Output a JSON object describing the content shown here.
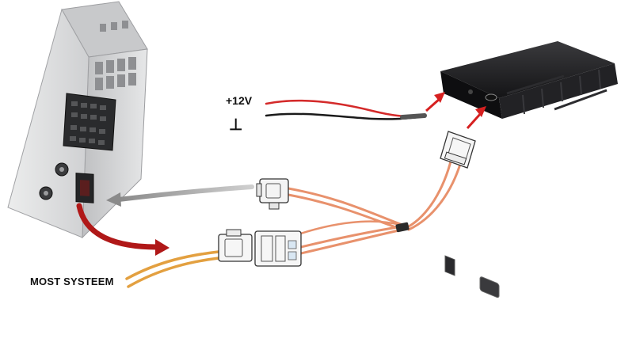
{
  "labels": {
    "power": "+12V",
    "ground": "⊥",
    "most": "MOST SYSTEEM"
  },
  "colors": {
    "background": "#ffffff",
    "red_arrow": "#d62020",
    "dark_red_arrow": "#b01818",
    "grey_arrow": "#9a9a9a",
    "fiber_orange": "#e8916c",
    "fiber_amber": "#e3a040",
    "wire_red": "#d42a2a",
    "wire_black": "#1a1a1a",
    "module_body": "#1c1c1e",
    "head_unit_body": "#d9dadc"
  },
  "parts": {
    "head_unit": "bmw-head-unit",
    "interface_module": "black-interface-module",
    "power_cable": "power-cable",
    "connectors": [
      "head-unit-connector",
      "most-plug-male",
      "most-plug-female",
      "module-connector"
    ]
  }
}
